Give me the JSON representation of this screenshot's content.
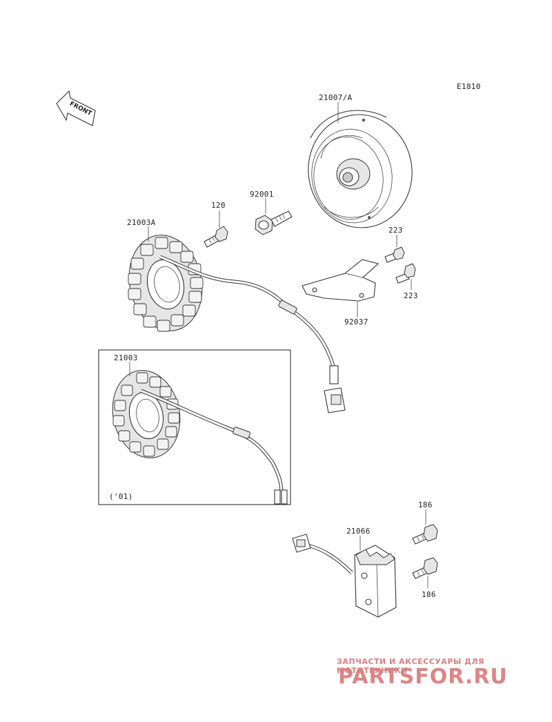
{
  "diagram_code": "E1810",
  "direction_arrow": {
    "text": "FRONT",
    "icon": "front-arrow-icon"
  },
  "inset": {
    "note": "('01)"
  },
  "parts": {
    "flywheel": "21007/A",
    "bolt_92001": "92001",
    "bolt_120": "120",
    "stator_a": "21003A",
    "stator_01": "21003",
    "bracket": "92037",
    "screw_223_top": "223",
    "screw_223_bottom": "223",
    "regulator": "21066",
    "bolt_186_top": "186",
    "bolt_186_bottom": "186"
  },
  "watermark": {
    "tagline": "ЗАПЧАСТИ И АКСЕССУАРЫ ДЛЯ МОТОТЕХНИКИ",
    "logo_text": "PARTSFOR.RU",
    "color": "#d06060"
  }
}
